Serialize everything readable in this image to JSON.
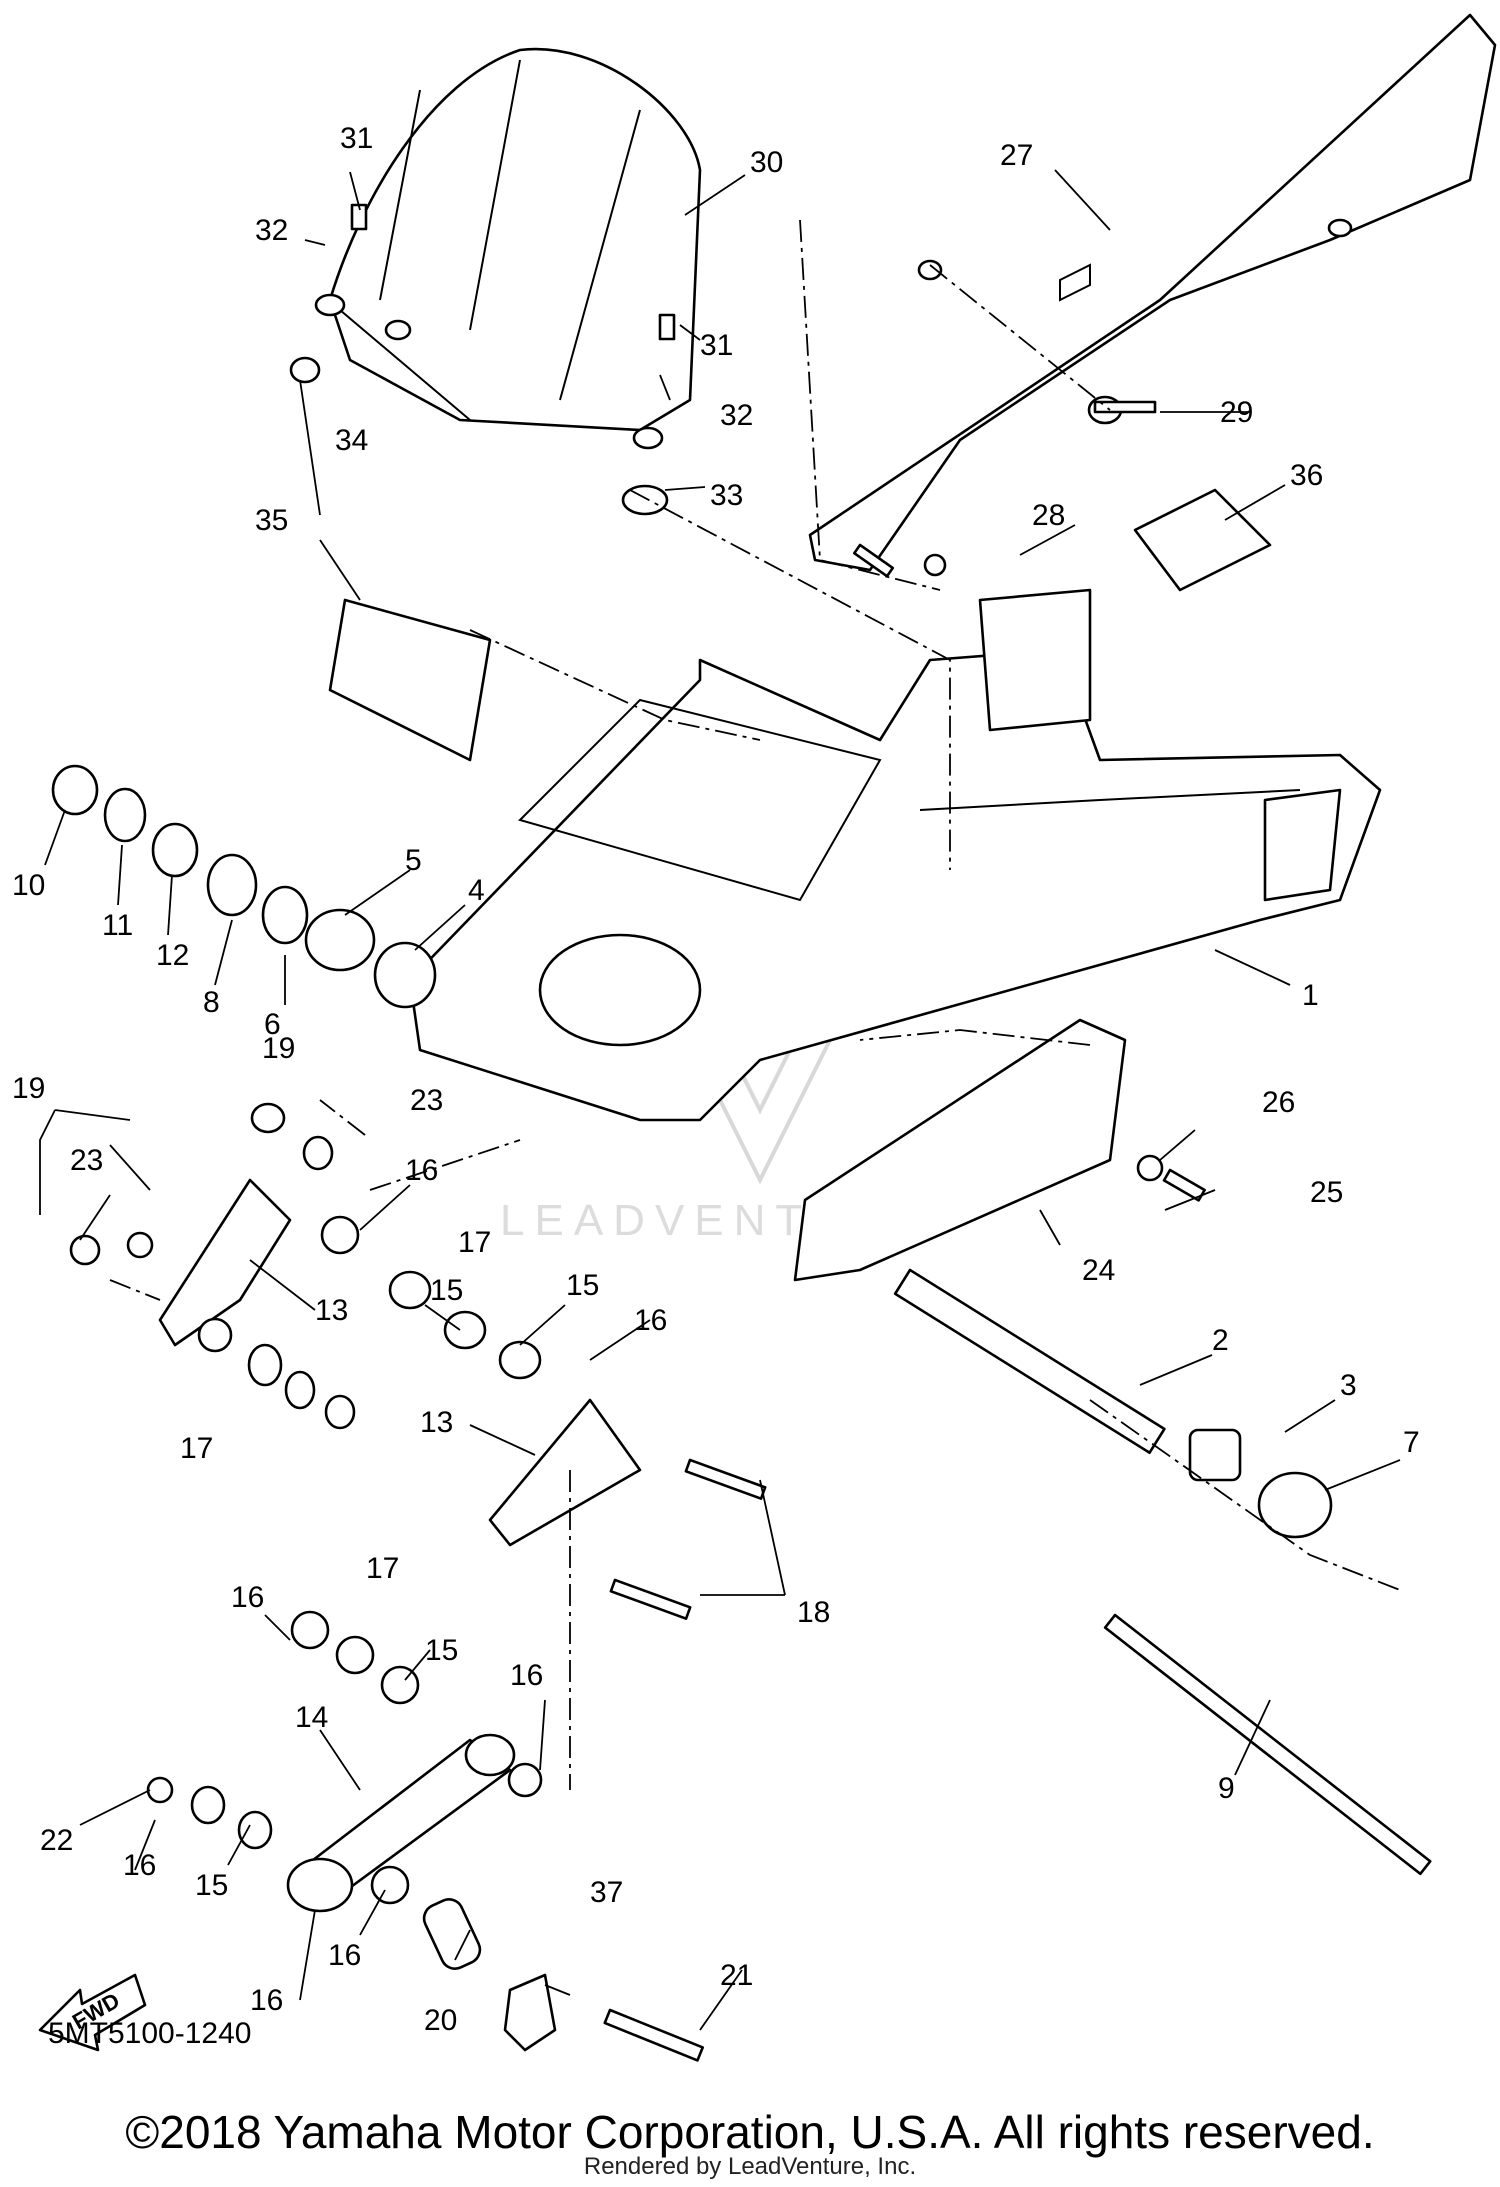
{
  "diagram": {
    "code": "5MT5100-1240",
    "copyright": "©2018 Yamaha Motor Corporation, U.S.A. All rights reserved.",
    "rendered_by": "Rendered by LeadVenture, Inc.",
    "watermark": "LEADVENTURE",
    "fwd_label": "FWD",
    "callouts": [
      "1",
      "2",
      "3",
      "4",
      "5",
      "6",
      "7",
      "8",
      "9",
      "10",
      "11",
      "12",
      "13",
      "13",
      "14",
      "15",
      "15",
      "15",
      "15",
      "16",
      "16",
      "16",
      "16",
      "16",
      "16",
      "16",
      "17",
      "17",
      "17",
      "18",
      "19",
      "19",
      "20",
      "21",
      "22",
      "23",
      "23",
      "24",
      "25",
      "26",
      "27",
      "28",
      "29",
      "30",
      "31",
      "31",
      "32",
      "32",
      "33",
      "34",
      "35",
      "36",
      "37"
    ]
  }
}
